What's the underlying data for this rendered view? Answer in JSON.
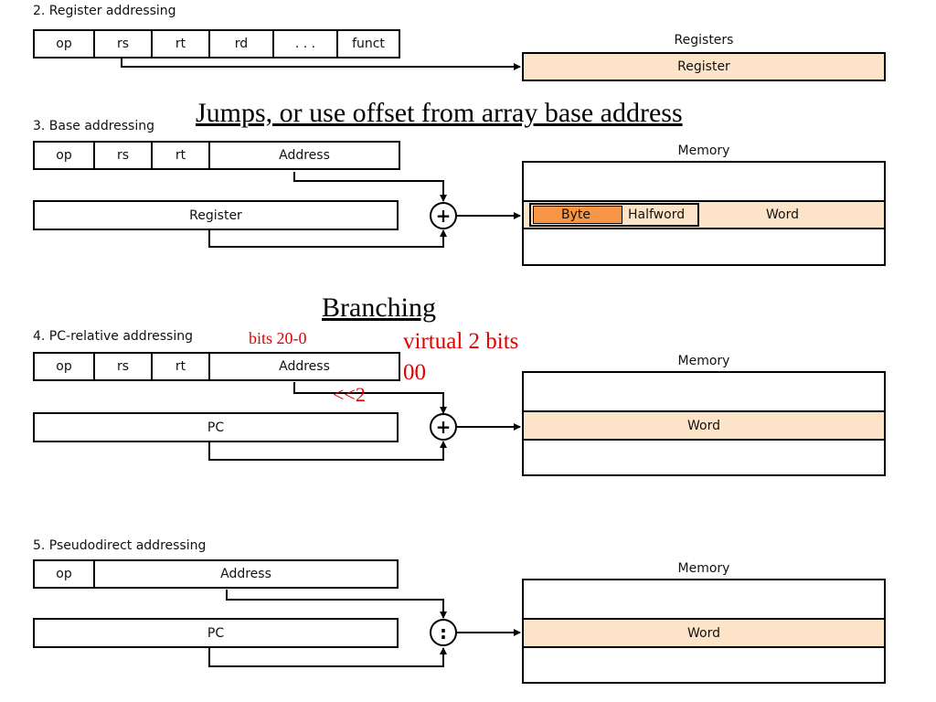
{
  "section2": {
    "title": "2. Register addressing",
    "fields": [
      "op",
      "rs",
      "rt",
      "rd",
      ". . .",
      "funct"
    ],
    "target_title": "Registers",
    "target_label": "Register"
  },
  "section3": {
    "title": "3. Base addressing",
    "fields": [
      "op",
      "rs",
      "rt",
      "Address"
    ],
    "register_label": "Register",
    "adder_symbol": "+",
    "memory_title": "Memory",
    "byte_label": "Byte",
    "halfword_label": "Halfword",
    "word_label": "Word",
    "annotation": "Jumps, or use offset from array base address"
  },
  "section4": {
    "heading": "Branching",
    "title": "4. PC-relative addressing",
    "fields": [
      "op",
      "rs",
      "rt",
      "Address"
    ],
    "pc_label": "PC",
    "adder_symbol": "+",
    "memory_title": "Memory",
    "word_label": "Word",
    "note_bits": "bits 20-0",
    "note_virtual": "virtual 2 bits",
    "note_zeros": "00",
    "note_shift": "<<2"
  },
  "section5": {
    "title": "5. Pseudodirect addressing",
    "fields": [
      "op",
      "Address"
    ],
    "pc_label": "PC",
    "concat_symbol": ":",
    "memory_title": "Memory",
    "word_label": "Word"
  },
  "colors": {
    "peach": "#fde4c8",
    "orange": "#f79646",
    "annotation_red": "#e00000"
  }
}
